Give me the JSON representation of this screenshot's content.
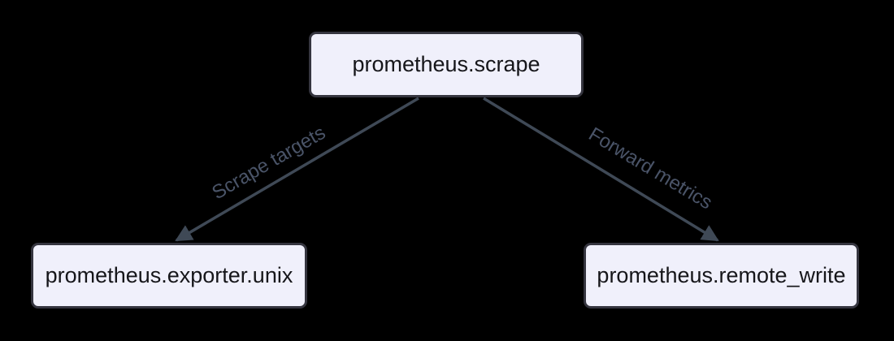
{
  "diagram": {
    "type": "flowchart",
    "nodes": [
      {
        "label": "prometheus.scrape"
      },
      {
        "label": "prometheus.exporter.unix"
      },
      {
        "label": "prometheus.remote_write"
      }
    ],
    "edges": [
      {
        "from": "prometheus.scrape",
        "to": "prometheus.exporter.unix",
        "label": "Scrape targets"
      },
      {
        "from": "prometheus.scrape",
        "to": "prometheus.remote_write",
        "label": "Forward metrics"
      }
    ],
    "colors": {
      "background": "#000000",
      "node_fill": "#f0f0fb",
      "node_border": "#35353f",
      "node_text": "#16161a",
      "edge_line": "#3f4956",
      "edge_label_text": "#4a5468"
    }
  }
}
